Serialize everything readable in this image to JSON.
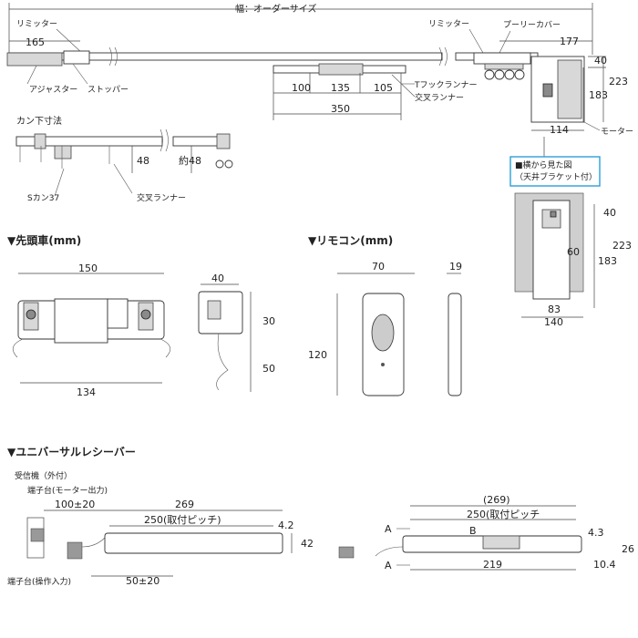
{
  "top": {
    "width_label": "幅：オーダーサイズ",
    "limiter_left": "リミッター",
    "limiter_right": "リミッター",
    "pulley_cover": "プーリーカバー",
    "adjuster": "アジャスター",
    "stopper": "ストッパー",
    "t_hook_runner": "Tフックランナー",
    "cross_runner": "交叉ランナー",
    "motor": "モーター",
    "dims": {
      "d165": "165",
      "d177": "177",
      "d40": "40",
      "d223": "223",
      "d183": "183",
      "d114": "114",
      "d100": "100",
      "d135": "135",
      "d105": "105",
      "d350": "350"
    }
  },
  "kan": {
    "title": "カン下寸法",
    "d48": "48",
    "approx48": "約48",
    "s_kan": "Sカン37",
    "cross_runner": "交叉ランナー"
  },
  "side": {
    "title_line1": "■横から見た図",
    "title_line2": "（天井ブラケット付）",
    "d40": "40",
    "d223": "223",
    "d183": "183",
    "d60": "60",
    "d83": "83",
    "d140": "140"
  },
  "lead_car": {
    "title": "▼先頭車(mm)",
    "d150": "150",
    "d134": "134",
    "d40": "40",
    "d30": "30",
    "d50": "50"
  },
  "remote": {
    "title": "▼リモコン(mm)",
    "d70": "70",
    "d19": "19",
    "d120": "120"
  },
  "receiver": {
    "title": "▼ユニバーサルレシーバー",
    "external": "受信機（外付）",
    "terminal_motor": "端子台(モーター出力)",
    "terminal_input": "端子台(操作入力)",
    "d100pm20": "100±20",
    "d269": "269",
    "pitch250": "250(取付ピッチ)",
    "d4_2": "4.2",
    "d42": "42",
    "d50pm20": "50±20",
    "d269p": "(269)",
    "pitch250b": "250(取付ピッチ",
    "mark_a": "A",
    "mark_a2": "A",
    "mark_b": "B",
    "d4_3": "4.3",
    "d26": "26",
    "d10_4": "10.4",
    "d219": "219"
  }
}
